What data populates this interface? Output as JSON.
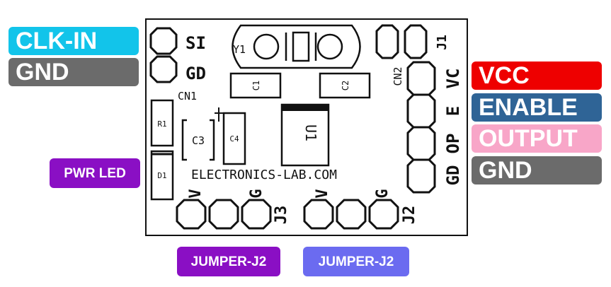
{
  "labels": {
    "clk_in": {
      "text": "CLK-IN",
      "color": "#12c4ea"
    },
    "gnd_left": {
      "text": "GND",
      "color": "#6b6b6b"
    },
    "pwr_led": {
      "text": "PWR LED",
      "color": "#8a0fc4"
    },
    "vcc": {
      "text": "VCC",
      "color": "#ee0000"
    },
    "enable": {
      "text": "ENABLE",
      "color": "#2f6496"
    },
    "output": {
      "text": "OUTPUT",
      "color": "#f8a6c8"
    },
    "gnd_right": {
      "text": "GND",
      "color": "#6b6b6b"
    },
    "jumper_j3": {
      "text": "JUMPER-J2",
      "color": "#8a0fc4"
    },
    "jumper_j2": {
      "text": "JUMPER-J2",
      "color": "#6b6bf0"
    }
  },
  "board": {
    "brand": "ELECTRONICS-LAB.COM",
    "cn1": {
      "name": "CN1",
      "pin_si": "SI",
      "pin_gd": "GD"
    },
    "y1": "Y1",
    "c1": "C1",
    "c2": "C2",
    "c3": "C3",
    "c4": "C4",
    "r1": "R1",
    "d1": "D1",
    "u1": "U1",
    "j1": "J1",
    "cn2": {
      "name": "CN2",
      "pins": [
        "VC",
        "E",
        "OP",
        "GD"
      ]
    },
    "j3": {
      "name": "J3",
      "v": "V",
      "g": "G"
    },
    "j2": {
      "name": "J2",
      "v": "V",
      "g": "G"
    }
  }
}
